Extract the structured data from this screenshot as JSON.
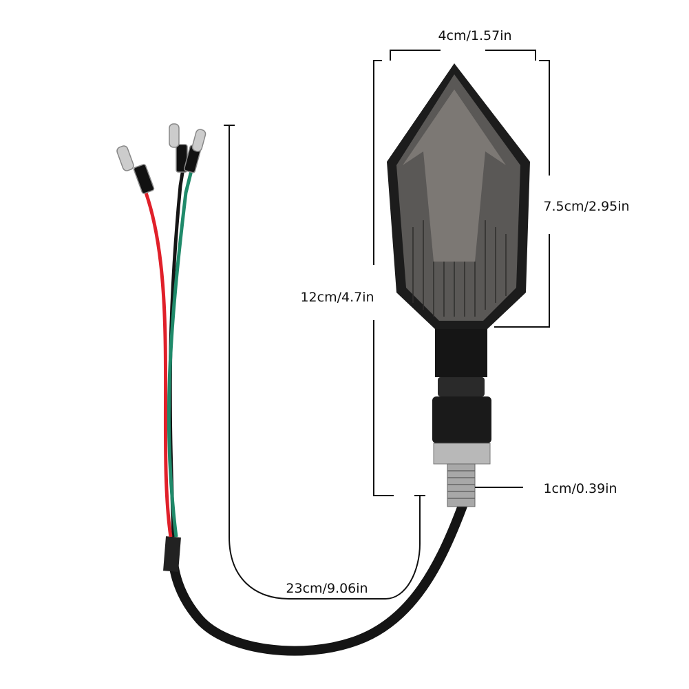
{
  "dimensions": {
    "width": "4cm/1.57in",
    "lens_height": "7.5cm/2.95in",
    "total_height": "12cm/4.7in",
    "bolt_diameter": "1cm/0.39in",
    "cable_length": "23cm/9.06in"
  },
  "colors": {
    "wire_red": "#e0202a",
    "wire_green": "#1f8a6a",
    "wire_black": "#151515",
    "lens": "#5a5856",
    "housing": "#1c1c1c"
  }
}
